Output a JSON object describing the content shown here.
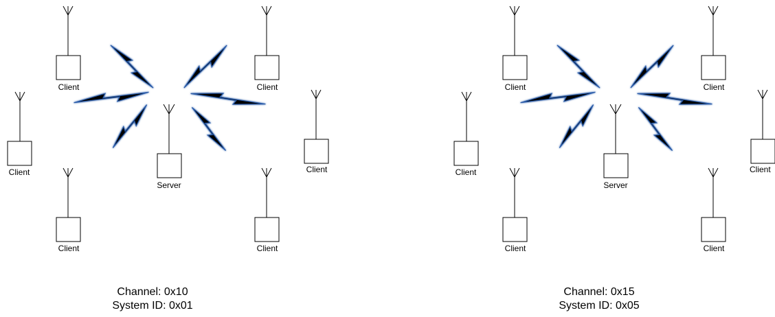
{
  "diagrams": [
    {
      "channel_label": "Channel: 0x10",
      "system_id_label": "System ID: 0x01",
      "server_label": "Server",
      "client_labels": [
        "Client",
        "Client",
        "Client",
        "Client",
        "Client",
        "Client"
      ]
    },
    {
      "channel_label": "Channel: 0x15",
      "system_id_label": "System ID: 0x05",
      "server_label": "Server",
      "client_labels": [
        "Client",
        "Client",
        "Client",
        "Client",
        "Client",
        "Client"
      ]
    }
  ],
  "colors": {
    "line": "#000000",
    "lightning_fill": "#000000",
    "lightning_glow": "#2a5caa"
  },
  "icons": [
    "antenna-icon",
    "lightning-bolt-icon"
  ]
}
